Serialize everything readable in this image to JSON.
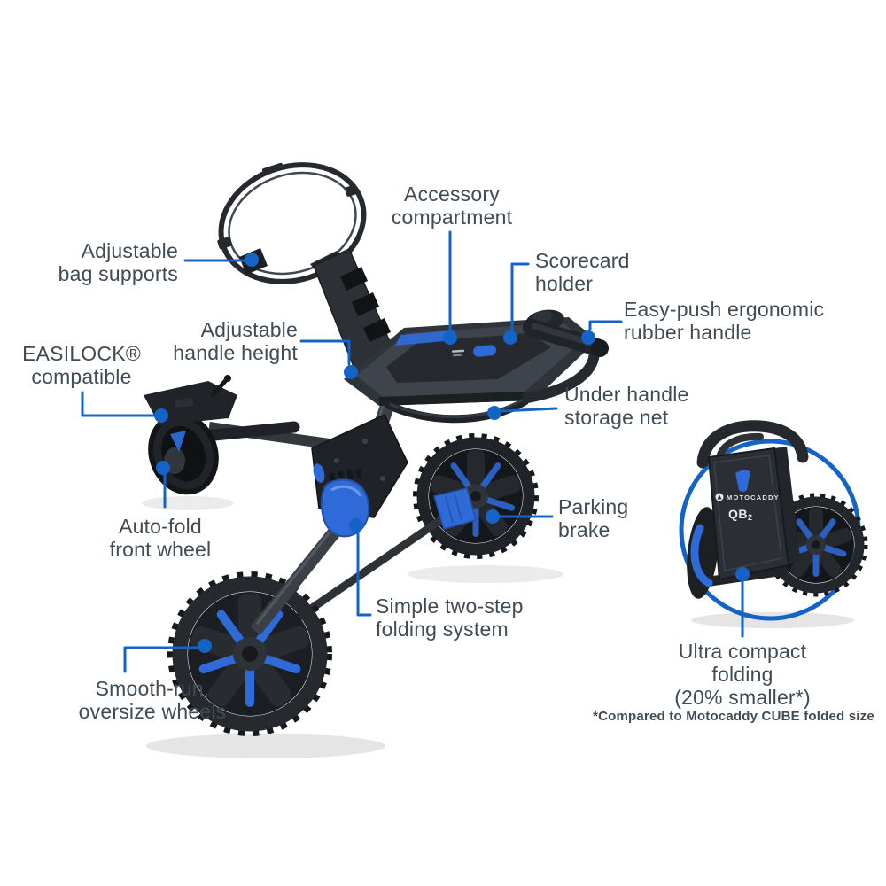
{
  "colors": {
    "accent_blue": "#1463c6",
    "cart_blue": "#2f6bd8",
    "label_text": "#414b55"
  },
  "labels": {
    "accessory_compartment": "Accessory\ncompartment",
    "scorecard_holder": "Scorecard\nholder",
    "easy_push_handle": "Easy-push ergonomic\nrubber handle",
    "under_handle_net": "Under handle\nstorage net",
    "parking_brake": "Parking\nbrake",
    "folding_system": "Simple two-step\nfolding system",
    "oversize_wheels": "Smooth-run,\noversize wheels",
    "auto_fold_wheel": "Auto-fold\nfront wheel",
    "easilock": "EASILOCK®\ncompatible",
    "bag_supports": "Adjustable\nbag supports",
    "handle_height": "Adjustable\nhandle height",
    "ultra_compact": "Ultra compact folding\n(20% smaller*)"
  },
  "footnote": "*Compared to Motocaddy CUBE folded size",
  "inset": {
    "brand": "MOTOCADDY",
    "model_q": "QB",
    "model_sub": "2"
  }
}
